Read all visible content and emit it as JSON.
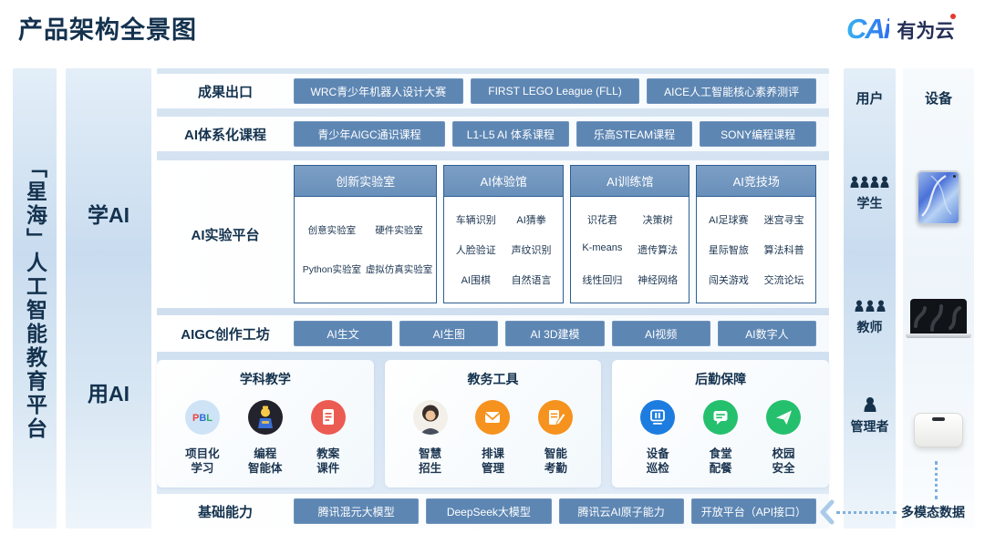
{
  "header": {
    "title": "产品架构全景图",
    "logo_mark": "CAi",
    "logo_suffix": "有为云"
  },
  "colors": {
    "navy": "#14324e",
    "button_blue": "#5d86b3",
    "card_header_blue": "#6e93bc",
    "card_border": "#2e5e91",
    "logo_blue": "#2f7ff2",
    "logo_dot_red": "#e23a2e",
    "coral": "#ec5b52",
    "orange": "#f6921e",
    "green": "#25c06d",
    "blue": "#1d7ce0",
    "light_blue_panel": "#cfe0f0"
  },
  "left": {
    "platform": "「星海」人工智能教育平台",
    "mode_learn": "学AI",
    "mode_use": "用AI"
  },
  "rows": {
    "outcomes": {
      "label": "成果出口",
      "buttons": [
        "WRC青少年机器人设计大赛",
        "FIRST LEGO League (FLL)",
        "AICE人工智能核心素养测评"
      ]
    },
    "courses": {
      "label": "AI体系化课程",
      "buttons": [
        "青少年AIGC通识课程",
        "L1-L5 AI 体系课程",
        "乐高STEAM课程",
        "SONY编程课程"
      ]
    },
    "lab": {
      "label": "AI实验平台",
      "cards": [
        {
          "title": "创新实验室",
          "items": [
            "创意实验室",
            "硬件实验室",
            "Python实验室",
            "虚拟仿真实验室"
          ]
        },
        {
          "title": "AI体验馆",
          "items": [
            "车辆识别",
            "AI猜拳",
            "人脸验证",
            "声纹识别",
            "AI围棋",
            "自然语言"
          ]
        },
        {
          "title": "AI训练馆",
          "items": [
            "识花君",
            "决策树",
            "K-means",
            "遗传算法",
            "线性回归",
            "神经网络"
          ]
        },
        {
          "title": "AI竞技场",
          "items": [
            "AI足球赛",
            "迷宫寻宝",
            "星际智旅",
            "算法科普",
            "闯关游戏",
            "交流论坛"
          ]
        }
      ]
    },
    "aigc": {
      "label": "AIGC创作工坊",
      "buttons": [
        "AI生文",
        "AI生图",
        "AI 3D建模",
        "AI视频",
        "AI数字人"
      ]
    },
    "apps": [
      {
        "title": "学科教学",
        "items": [
          {
            "line1": "项目化",
            "line2": "学习"
          },
          {
            "line1": "编程",
            "line2": "智能体"
          },
          {
            "line1": "教案",
            "line2": "课件"
          }
        ]
      },
      {
        "title": "教务工具",
        "items": [
          {
            "line1": "智慧",
            "line2": "招生"
          },
          {
            "line1": "排课",
            "line2": "管理"
          },
          {
            "line1": "智能",
            "line2": "考勤"
          }
        ]
      },
      {
        "title": "后勤保障",
        "items": [
          {
            "line1": "设备",
            "line2": "巡检"
          },
          {
            "line1": "食堂",
            "line2": "配餐"
          },
          {
            "line1": "校园",
            "line2": "安全"
          }
        ]
      }
    ],
    "base": {
      "label": "基础能力",
      "buttons": [
        "腾讯混元大模型",
        "DeepSeek大模型",
        "腾讯云AI原子能力",
        "开放平台（API接口）"
      ]
    }
  },
  "right": {
    "users": {
      "header": "用户",
      "groups": [
        {
          "label": "学生"
        },
        {
          "label": "教师"
        },
        {
          "label": "管理者"
        }
      ]
    },
    "devices": {
      "header": "设备"
    },
    "multimodal_label": "多模态数据"
  }
}
